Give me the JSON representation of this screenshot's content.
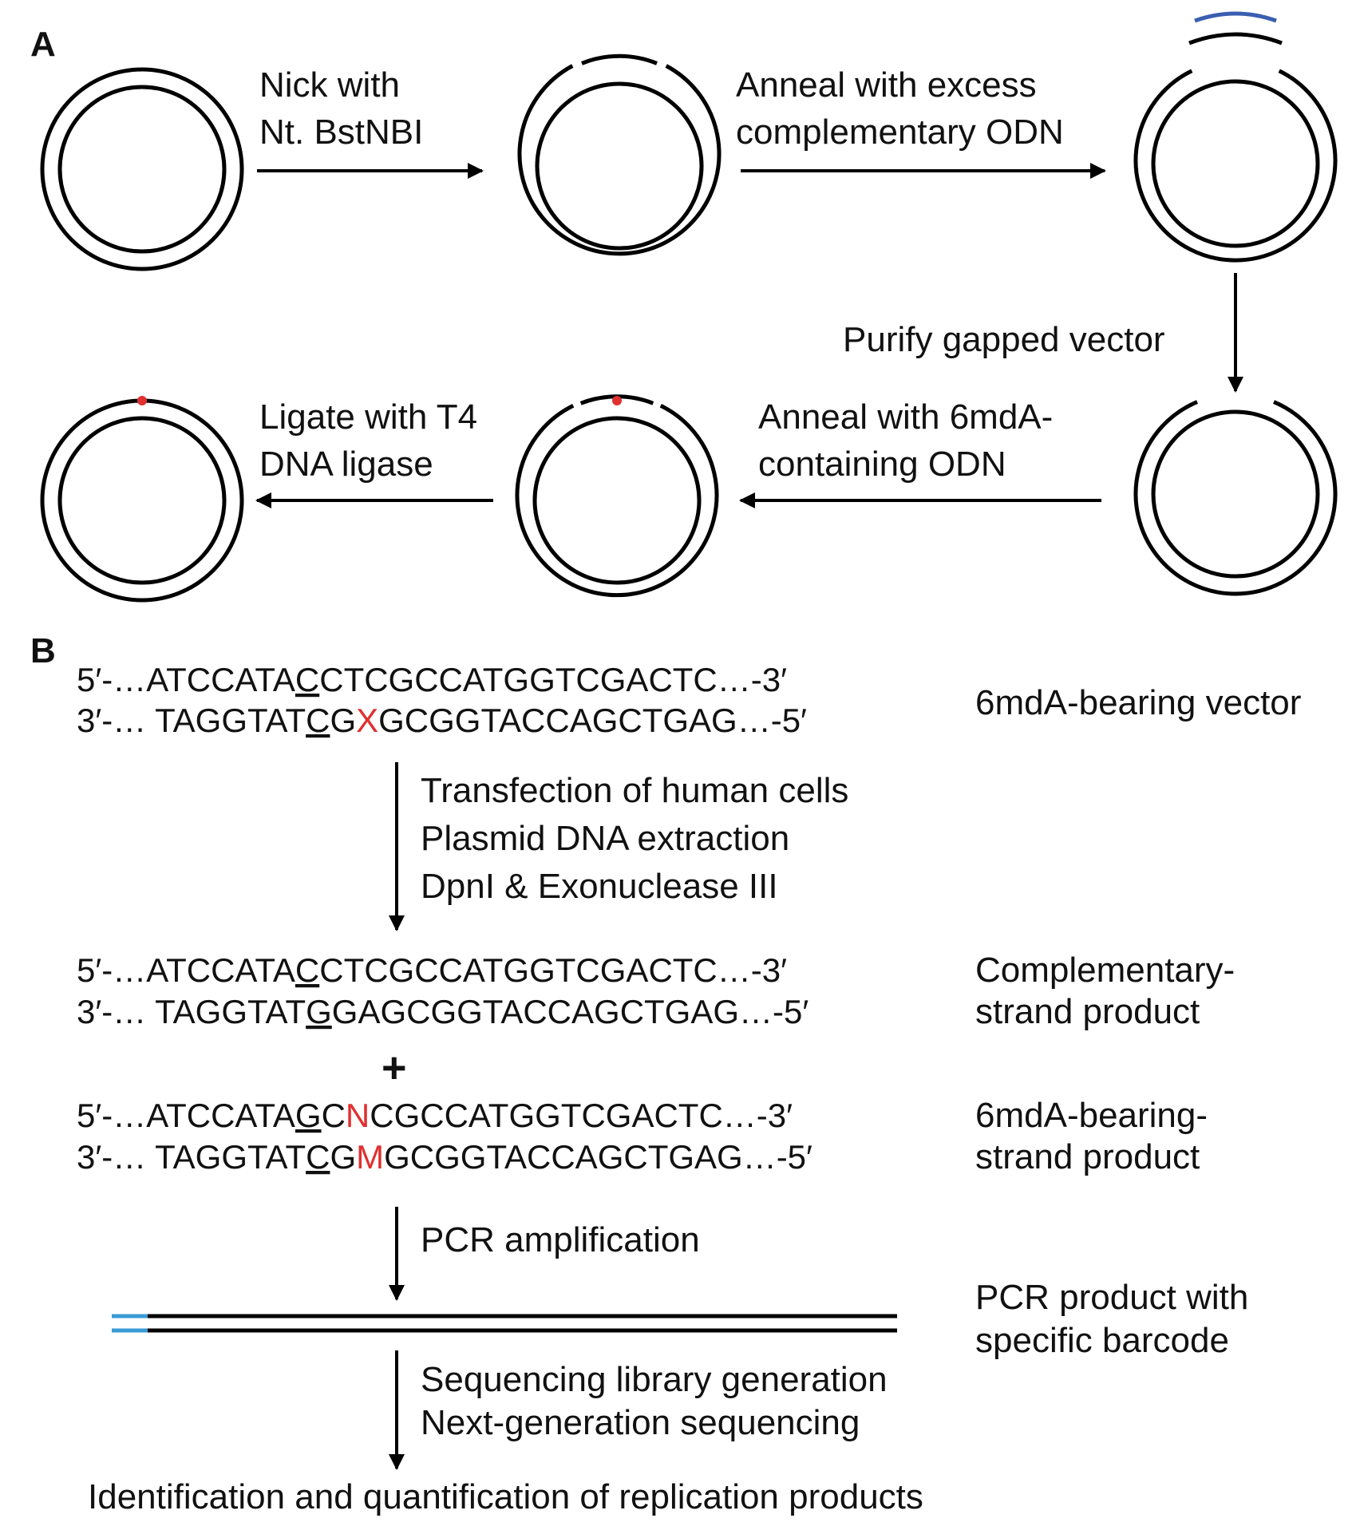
{
  "panel_a": {
    "label": "A",
    "steps": {
      "nick": [
        "Nick with",
        "Nt. BstNBI"
      ],
      "anneal_excess": [
        "Anneal with excess",
        "complementary ODN"
      ],
      "purify": "Purify gapped vector",
      "anneal_6mda": [
        "Anneal with 6mdA-",
        "containing ODN"
      ],
      "ligate": [
        "Ligate with T4",
        "DNA ligase"
      ]
    }
  },
  "panel_b": {
    "label": "B",
    "seq_vector": {
      "top": {
        "pre": "5′-…ATCCATA",
        "mark": "C",
        "post": "CTCGCCATGGTCGACTC…-3′"
      },
      "bottom": {
        "pre": "3′-… TAGGTAT",
        "mark": "C",
        "mid": "G",
        "red": "X",
        "post": "GCGGTACCAGCTGAG…-5′"
      },
      "label": "6mdA-bearing vector"
    },
    "step1": [
      "Transfection of human cells",
      "Plasmid DNA extraction",
      "DpnI & Exonuclease III"
    ],
    "seq_comp": {
      "top": {
        "pre": "5′-…ATCCATA",
        "mark": "C",
        "post": "CTCGCCATGGTCGACTC…-3′"
      },
      "bottom": {
        "pre": "3′-… TAGGTAT",
        "mark": "G",
        "post": "GAGCGGTACCAGCTGAG…-5′"
      },
      "label": [
        "Complementary-",
        "strand product"
      ]
    },
    "plus": "+",
    "seq_6mda": {
      "top": {
        "pre": "5′-…ATCCATA",
        "mark": "G",
        "mid": "C",
        "red": "N",
        "post": "CGCCATGGTCGACTC…-3′"
      },
      "bottom": {
        "pre": "3′-… TAGGTAT",
        "mark": "C",
        "mid": "G",
        "red": "M",
        "post": "GCGGTACCAGCTGAG…-5′"
      },
      "label": [
        "6mdA-bearing-",
        "strand product"
      ]
    },
    "step2": "PCR amplification",
    "pcr_label": [
      "PCR product with",
      "specific barcode"
    ],
    "step3": [
      "Sequencing library generation",
      "Next-generation sequencing"
    ],
    "final": "Identification and quantification of replication products"
  },
  "colors": {
    "marker_red": "#e03030",
    "barcode_blue": "#3a9bd5",
    "odn_blue": "#3a5fb0"
  }
}
